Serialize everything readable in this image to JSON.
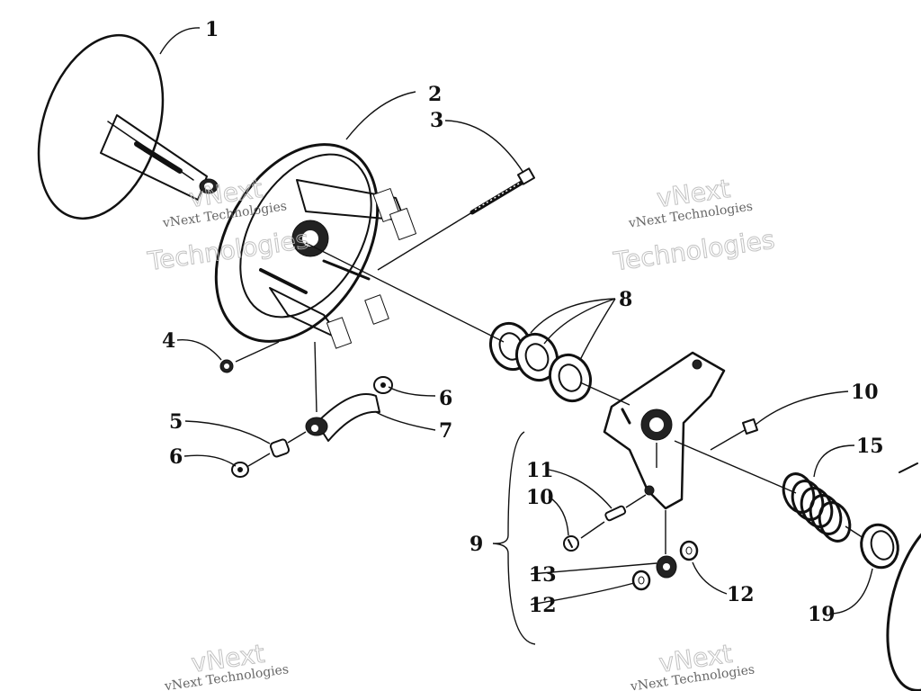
{
  "callouts": {
    "c1": "1",
    "c2": "2",
    "c3": "3",
    "c4": "4",
    "c5": "5",
    "c6a": "6",
    "c6b": "6",
    "c7": "7",
    "c8": "8",
    "c9": "9",
    "c10a": "10",
    "c10b": "10",
    "c11": "11",
    "c12a": "12",
    "c12b": "12",
    "c13": "13",
    "c15": "15",
    "c19": "19"
  },
  "watermark": {
    "line_small": "vNext Technologies",
    "top_big": "vNext",
    "bottom_big": "Technologies"
  }
}
